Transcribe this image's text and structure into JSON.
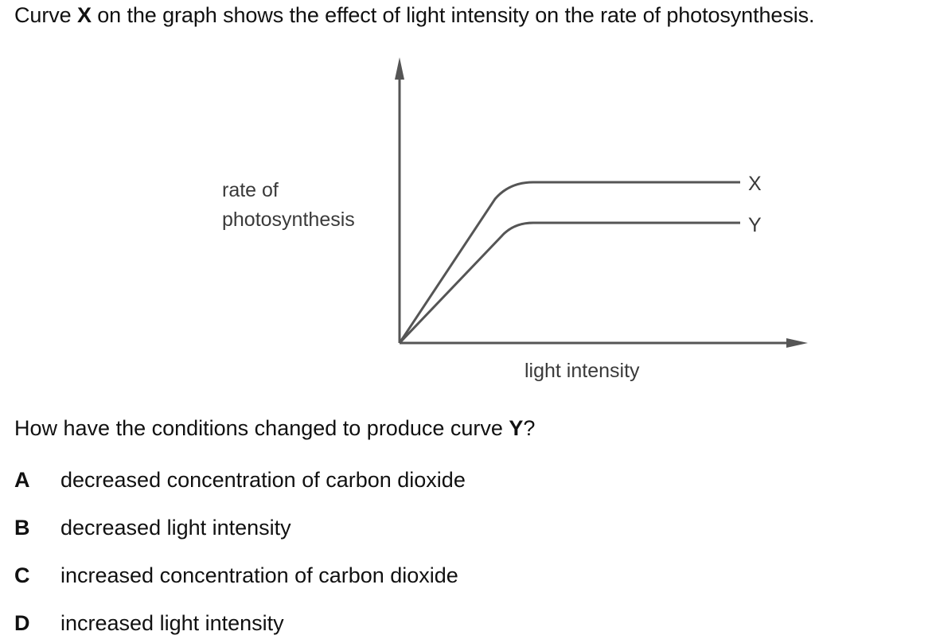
{
  "intro": {
    "prefix": "Curve ",
    "curve_label": "X",
    "suffix": " on the graph shows the effect of light intensity on the rate of photosynthesis."
  },
  "chart_data": {
    "type": "line",
    "ylabel_line1": "rate of",
    "ylabel_line2": "photosynthesis",
    "xlabel": "light intensity",
    "series": [
      {
        "name": "X",
        "shape": "rises steeply then plateaus at the higher level"
      },
      {
        "name": "Y",
        "shape": "rises less steeply then plateaus at a lower level"
      }
    ],
    "axis_ticks": false,
    "grid": false
  },
  "question": {
    "prefix": "How have the conditions changed to produce curve ",
    "curve_label": "Y",
    "suffix": "?"
  },
  "options": [
    {
      "letter": "A",
      "text": "decreased concentration of carbon dioxide"
    },
    {
      "letter": "B",
      "text": "decreased light intensity"
    },
    {
      "letter": "C",
      "text": "increased concentration of carbon dioxide"
    },
    {
      "letter": "D",
      "text": "increased light intensity"
    }
  ]
}
